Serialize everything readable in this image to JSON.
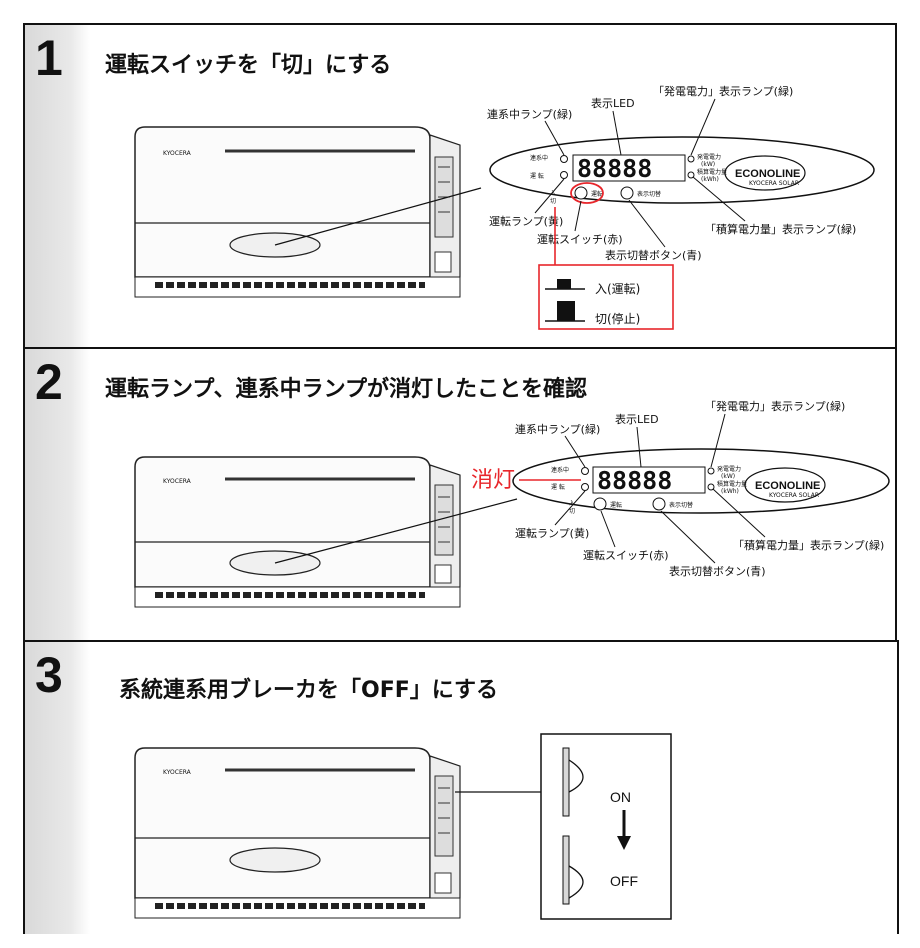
{
  "steps": [
    {
      "number": "1",
      "title": "運転スイッチを「切」にする"
    },
    {
      "number": "2",
      "title": "運転ランプ、連系中ランプが消灯したことを確認"
    },
    {
      "number": "3",
      "title": "系統連系用ブレーカを「OFF」にする"
    }
  ],
  "panel_labels": {
    "renkei_lamp": "連系中ランプ(緑)",
    "display_led": "表示LED",
    "gen_power_lamp": "「発電電力」表示ランプ(緑)",
    "accum_lamp": "「積算電力量」表示ランプ(緑)",
    "run_lamp": "運転ランプ(黄)",
    "run_switch": "運転スイッチ(赤)",
    "display_button": "表示切替ボタン(青)",
    "segment_display": "88888",
    "brand": "ECONOLINE",
    "brand_sub": "KYOCERA SOLAR",
    "tiny_renkei": "連系中",
    "tiny_unten": "運 転",
    "tiny_hatsuden": "発電電力",
    "tiny_kw": "(kW)",
    "tiny_sekisan": "積算電力量",
    "tiny_kwh": "(kWh)",
    "tiny_in": "入",
    "tiny_off": "切",
    "tiny_switch": "運転",
    "tiny_hyoji": "表示切替"
  },
  "switch_legend": {
    "on": "入(運転)",
    "off": "切(停止)"
  },
  "status_text": "消灯",
  "breaker": {
    "on": "ON",
    "off": "OFF"
  },
  "device": {
    "logo": "KYOCERA"
  },
  "colors": {
    "red": "#e8262b",
    "frame": "#111111"
  }
}
